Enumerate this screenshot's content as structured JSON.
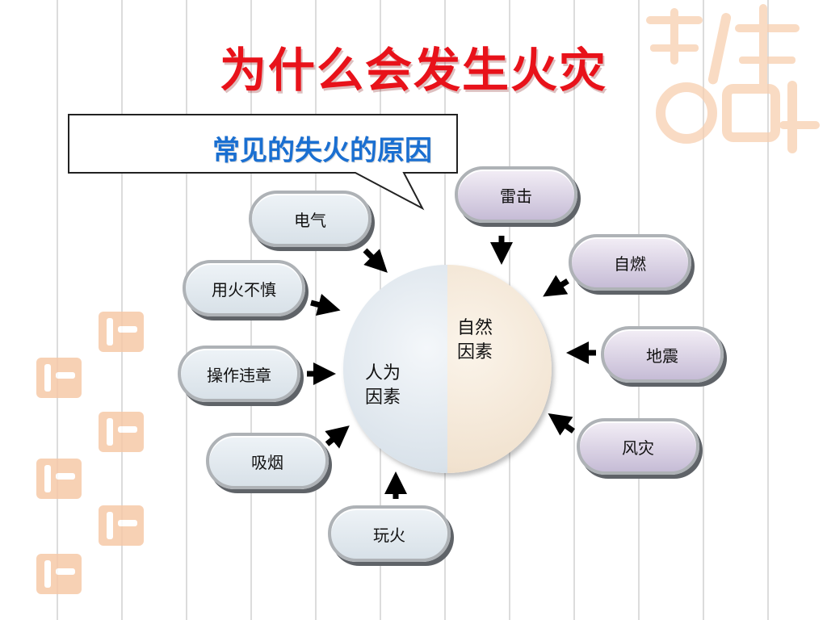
{
  "title": "为什么会发生火灾",
  "callout": {
    "text": "常见的失火的原因"
  },
  "center": {
    "human_label": "人为\n因素",
    "natural_label": "自然\n因素"
  },
  "human_causes": [
    "电气",
    "用火不慎",
    "操作违章",
    "吸烟",
    "玩火"
  ],
  "natural_causes": [
    "雷击",
    "自燃",
    "地震",
    "风灾"
  ],
  "colors": {
    "title": "#e8121a",
    "callout": "#1a6fd1",
    "seal": "#f6c9a8"
  }
}
